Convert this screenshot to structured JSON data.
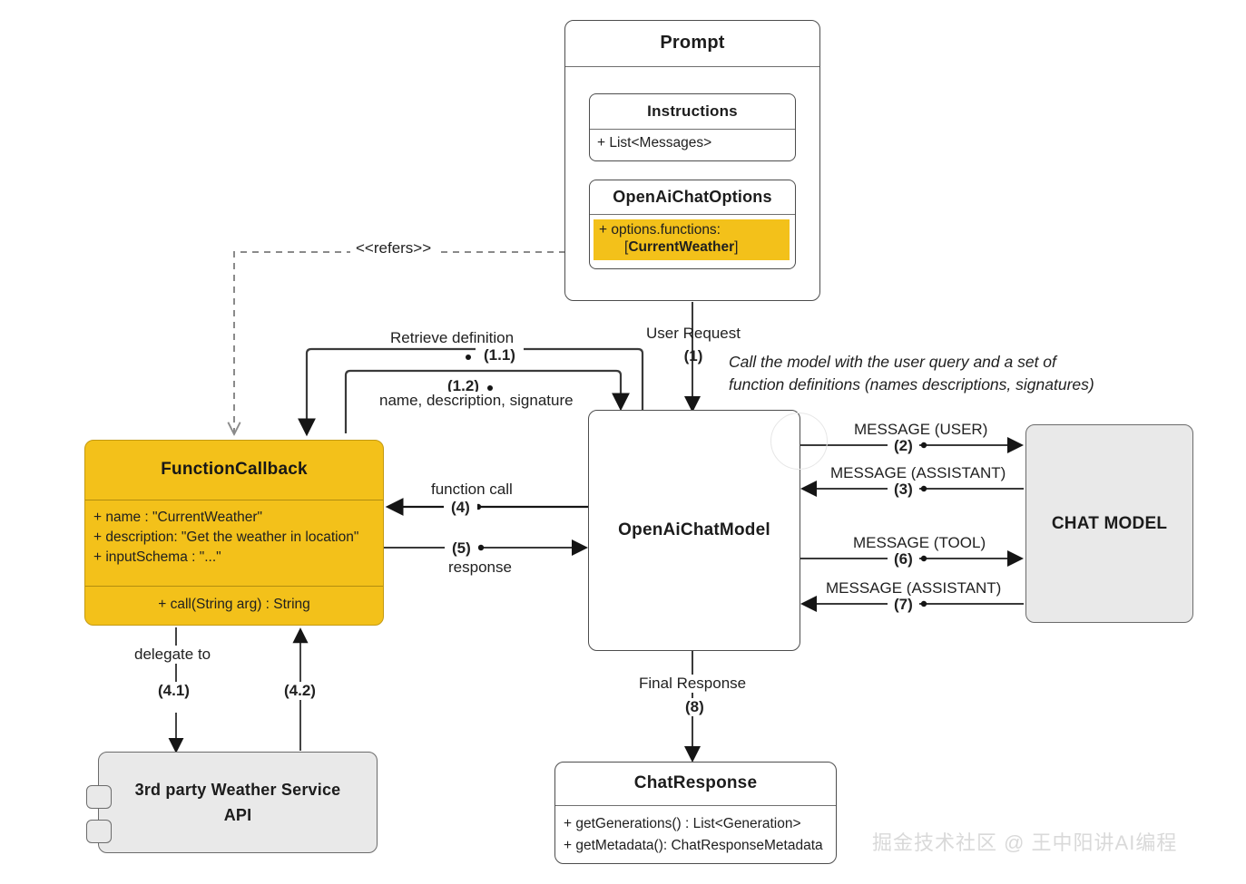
{
  "diagram": {
    "title": "Spring AI Function Calling Flow",
    "colors": {
      "highlight_yellow": "#F3C11A",
      "node_gray": "#e9e9e9",
      "stroke": "#4d4d4d",
      "text": "#1c1c1c",
      "watermark": "#d9d9d9"
    }
  },
  "nodes": {
    "prompt": {
      "title": "Prompt",
      "instructions": {
        "title": "Instructions",
        "attribute": "+ List<Messages>"
      },
      "options": {
        "title": "OpenAiChatOptions",
        "attribute_line1": "+ options.functions:",
        "attribute_line2_prefix": "[",
        "attribute_line2_bold": "CurrentWeather",
        "attribute_line2_suffix": "]"
      }
    },
    "function_callback": {
      "title": "FunctionCallback",
      "attributes": [
        "+ name : \"CurrentWeather\"",
        "+ description: \"Get the weather in location\"",
        "+ inputSchema : \"...\""
      ],
      "operation": "+ call(String arg) : String"
    },
    "chat_model_impl": {
      "title": "OpenAiChatModel"
    },
    "chat_model": {
      "title": "CHAT MODEL"
    },
    "weather_service": {
      "title_line1": "3rd party Weather Service",
      "title_line2": "API"
    },
    "chat_response": {
      "title": "ChatResponse",
      "operations": [
        "+ getGenerations() : List<Generation>",
        "+ getMetadata(): ChatResponseMetadata"
      ]
    }
  },
  "edges": {
    "refers": {
      "label": "<<refers>>"
    },
    "user_request": {
      "label": "User Request",
      "number": "(1)"
    },
    "retrieve_definition": {
      "label": "Retrieve definition",
      "number": "(1.1)"
    },
    "definition_return": {
      "label": "name, description, signature",
      "number": "(1.2)"
    },
    "message_user": {
      "label": "MESSAGE (USER)",
      "number": "(2)"
    },
    "message_assistant_1": {
      "label": "MESSAGE (ASSISTANT)",
      "number": "(3)"
    },
    "function_call": {
      "label": "function call",
      "number": "(4)"
    },
    "delegate_to": {
      "label": "delegate to",
      "number": "(4.1)"
    },
    "service_return": {
      "label": "",
      "number": "(4.2)"
    },
    "response": {
      "label": "response",
      "number": "(5)"
    },
    "message_tool": {
      "label": "MESSAGE (TOOL)",
      "number": "(6)"
    },
    "message_assistant_2": {
      "label": "MESSAGE (ASSISTANT)",
      "number": "(7)"
    },
    "final_response": {
      "label": "Final Response",
      "number": "(8)"
    }
  },
  "annotations": {
    "model_call_note_line1": "Call the model with the user query and a set of",
    "model_call_note_line2": "function definitions (names descriptions, signatures)"
  },
  "watermark": {
    "text": "掘金技术社区 @ 王中阳讲AI编程"
  }
}
